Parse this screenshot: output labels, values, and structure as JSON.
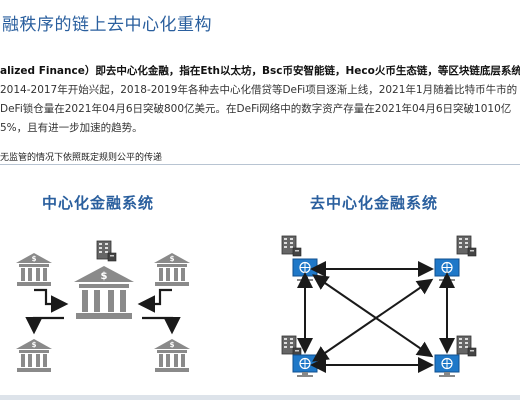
{
  "article": {
    "title": "融秩序的链上去中心化重构",
    "p1": "alized Finance）即去中心化金融，指在Eth以太坊，Bsc币安智能链，Heco火币生态链，等区块链底层系统上",
    "p2": "2014-2017年开始兴起，2018-2019年各种去中心化借贷等DeFi项目逐渐上线，2021年1月随着比特币牛市的",
    "p3": "DeFi锁仓量在2021年04月6日突破800亿美元。在DeFi网络中的数字资产存量在2021年04月6日突破1010亿",
    "p4": "5%，且有进一步加速的趋势。",
    "caption": "无监管的情况下依照既定规则公平的传递"
  },
  "figure": {
    "left_title": "中心化金融系统",
    "right_title": "去中心化金融系统",
    "colors": {
      "accent": "#2a5f9e",
      "bank_gray": "#8a8a8a",
      "arrow": "#222222",
      "node_blue": "#1f78c8"
    }
  }
}
